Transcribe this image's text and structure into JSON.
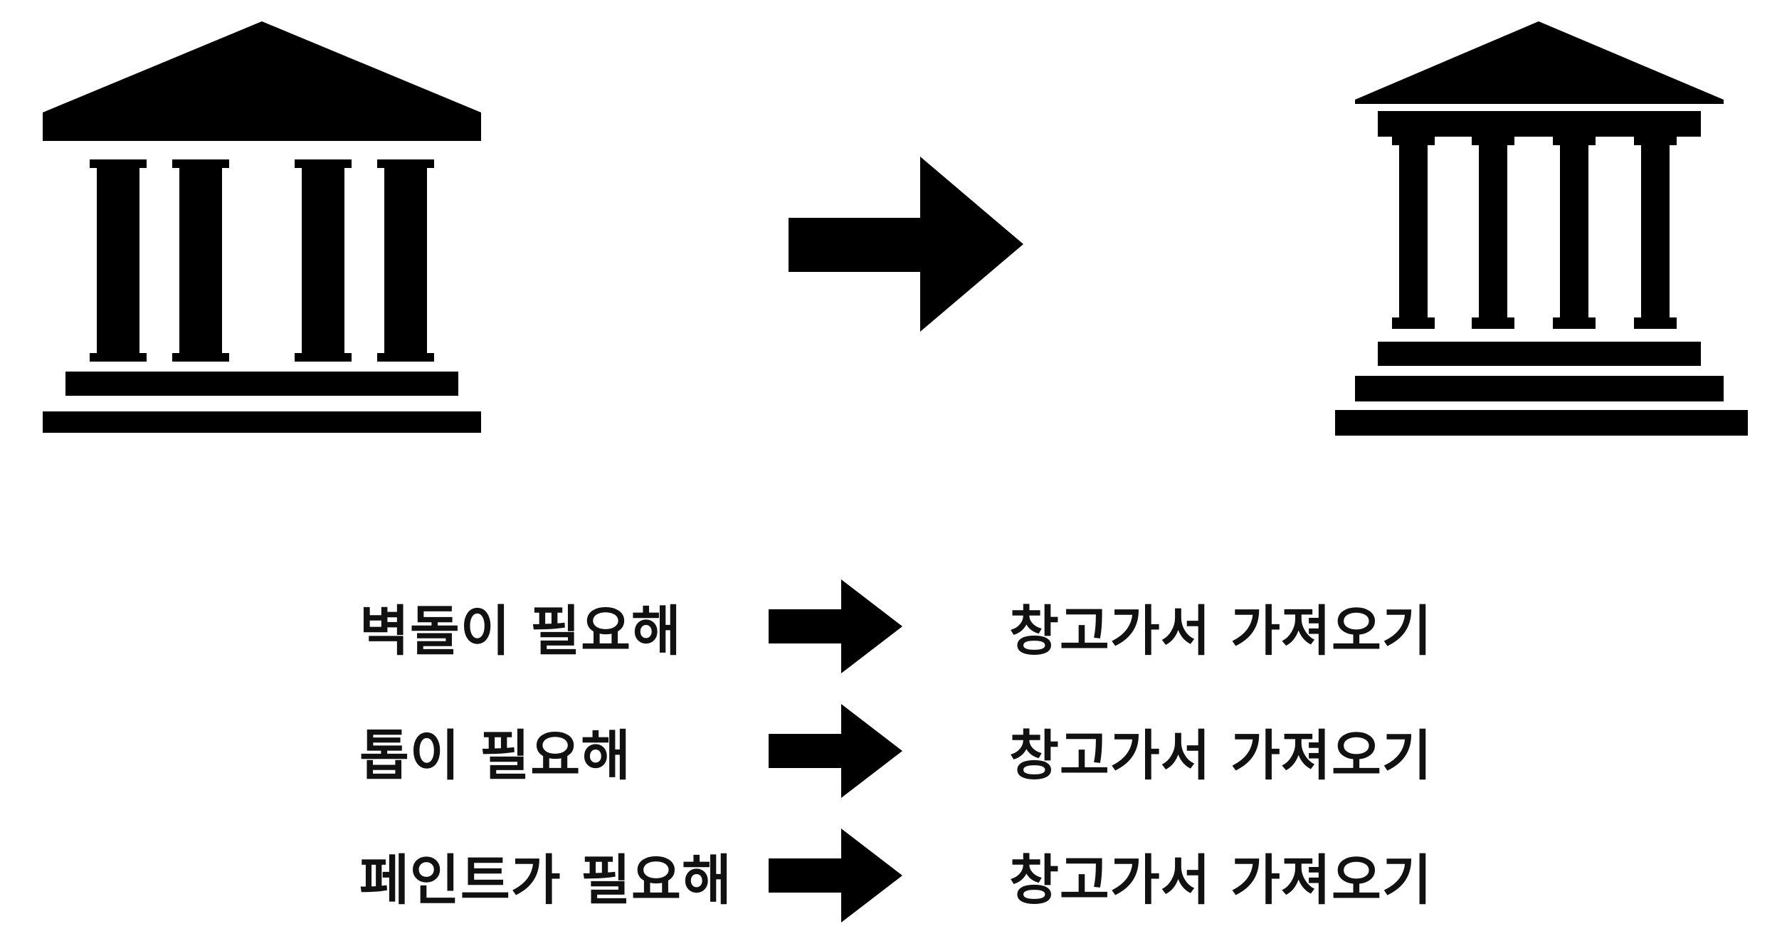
{
  "colors": {
    "icon": "#000000",
    "text": "#111111",
    "background": "#ffffff"
  },
  "top_diagram": {
    "left_icon": "classical-building-icon",
    "arrow_icon": "right-arrow-icon",
    "right_icon": "classical-building-detailed-icon"
  },
  "rows": [
    {
      "need": "벽돌이 필요해",
      "action": "창고가서 가져오기"
    },
    {
      "need": "톱이 필요해",
      "action": "창고가서 가져오기"
    },
    {
      "need": "페인트가 필요해",
      "action": "창고가서 가져오기"
    }
  ]
}
